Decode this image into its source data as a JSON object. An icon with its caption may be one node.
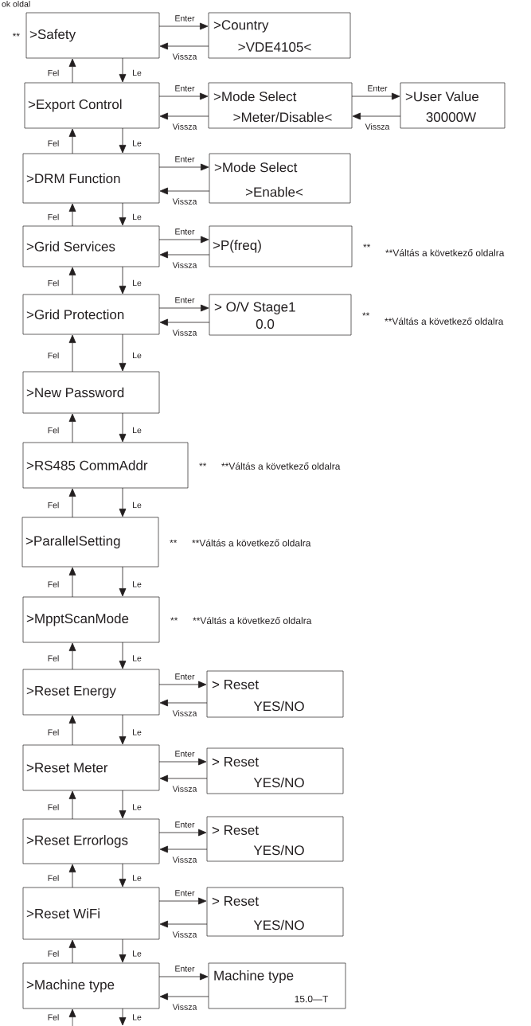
{
  "diagram": {
    "nodes": [
      {
        "text": [
          ">Safety"
        ],
        "beside": [
          "**"
        ]
      },
      {
        "text": [
          ">Country",
          ">VDE4105<"
        ]
      },
      {
        "text": [
          ">Export Control"
        ]
      },
      {
        "text": [
          ">Mode Select",
          ">Meter/Disable<"
        ]
      },
      {
        "text": [
          ">User Value",
          "30000W"
        ]
      },
      {
        "text": [
          ">DRM Function"
        ]
      },
      {
        "text": [
          ">Mode Select",
          ">Enable<"
        ]
      },
      {
        "text": [
          ">Grid Services"
        ]
      },
      {
        "text": [
          ">P(freq)"
        ],
        "beside": [
          "**",
          "**Váltás a következő oldalra"
        ]
      },
      {
        "text": [
          ">Grid Protection"
        ]
      },
      {
        "text": [
          "> O/V Stage1",
          "0.0"
        ],
        "beside": [
          "**",
          "**Váltás a következő oldalra"
        ]
      },
      {
        "text": [
          ">New Password"
        ]
      },
      {
        "text": [
          ">RS485 CommAddr"
        ],
        "beside": [
          "**",
          "**Váltás a következő oldalra"
        ]
      },
      {
        "text": [
          ">ParallelSetting"
        ],
        "beside": [
          "**",
          "**Váltás a következő oldalra"
        ]
      },
      {
        "text": [
          ">MpptScanMode"
        ],
        "beside": [
          "**",
          "**Váltás a következő oldalra"
        ]
      },
      {
        "text": [
          ">Reset Energy"
        ]
      },
      {
        "text": [
          "> Reset",
          "YES/NO"
        ]
      },
      {
        "text": [
          ">Reset Meter"
        ]
      },
      {
        "text": [
          "> Reset",
          "YES/NO"
        ]
      },
      {
        "text": [
          ">Reset Errorlogs"
        ]
      },
      {
        "text": [
          "> Reset",
          "YES/NO"
        ]
      },
      {
        "text": [
          ">Reset WiFi"
        ]
      },
      {
        "text": [
          "> Reset",
          "YES/NO"
        ]
      },
      {
        "text": [
          ">Machine type"
        ]
      },
      {
        "text": [
          "Machine type",
          "15.0—T"
        ]
      }
    ],
    "edges": [
      {
        "from": 0,
        "to": 1,
        "arrow": "to",
        "label": "Enter"
      },
      {
        "from": 1,
        "to": 0,
        "arrow": "to",
        "label": "Vissza"
      },
      {
        "from": 2,
        "to": 0,
        "arrow": "to",
        "label": "Fel"
      },
      {
        "from": 0,
        "to": 2,
        "arrow": "to",
        "label": "Le"
      },
      {
        "from": 2,
        "to": 3,
        "arrow": "to",
        "label": "Enter"
      },
      {
        "from": 3,
        "to": 2,
        "arrow": "to",
        "label": "Vissza"
      },
      {
        "from": 3,
        "to": 4,
        "arrow": "to",
        "label": "Enter"
      },
      {
        "from": 4,
        "to": 3,
        "arrow": "to",
        "label": "Vissza"
      },
      {
        "from": 5,
        "to": 2,
        "arrow": "to",
        "label": "Fel"
      },
      {
        "from": 2,
        "to": 5,
        "arrow": "to",
        "label": "Le"
      },
      {
        "from": 5,
        "to": 6,
        "arrow": "to",
        "label": "Enter"
      },
      {
        "from": 6,
        "to": 5,
        "arrow": "to",
        "label": "Vissza"
      },
      {
        "from": 7,
        "to": 5,
        "arrow": "to",
        "label": "Fel"
      },
      {
        "from": 5,
        "to": 7,
        "arrow": "to",
        "label": "Le"
      },
      {
        "from": 7,
        "to": 8,
        "arrow": "to",
        "label": "Enter"
      },
      {
        "from": 8,
        "to": 7,
        "arrow": "to",
        "label": "Vissza"
      },
      {
        "from": 9,
        "to": 7,
        "arrow": "to",
        "label": "Fel"
      },
      {
        "from": 7,
        "to": 9,
        "arrow": "to",
        "label": "Le"
      },
      {
        "from": 9,
        "to": 10,
        "arrow": "to",
        "label": "Enter"
      },
      {
        "from": 10,
        "to": 9,
        "arrow": "to",
        "label": "Vissza"
      },
      {
        "from": 11,
        "to": 9,
        "arrow": "to",
        "label": "Fel"
      },
      {
        "from": 9,
        "to": 11,
        "arrow": "to",
        "label": "Le"
      },
      {
        "from": 12,
        "to": 11,
        "arrow": "to",
        "label": "Fel"
      },
      {
        "from": 11,
        "to": 12,
        "arrow": "to",
        "label": "Le"
      },
      {
        "from": 13,
        "to": 12,
        "arrow": "to",
        "label": "Fel"
      },
      {
        "from": 12,
        "to": 13,
        "arrow": "to",
        "label": "Le"
      },
      {
        "from": 14,
        "to": 13,
        "arrow": "to",
        "label": "Fel"
      },
      {
        "from": 13,
        "to": 14,
        "arrow": "to",
        "label": "Le"
      },
      {
        "from": 15,
        "to": 14,
        "arrow": "to",
        "label": "Fel"
      },
      {
        "from": 14,
        "to": 15,
        "arrow": "to",
        "label": "Le"
      },
      {
        "from": 15,
        "to": 16,
        "arrow": "to",
        "label": "Enter"
      },
      {
        "from": 16,
        "to": 15,
        "arrow": "to",
        "label": "Vissza"
      },
      {
        "from": 17,
        "to": 15,
        "arrow": "to",
        "label": "Fel"
      },
      {
        "from": 15,
        "to": 17,
        "arrow": "to",
        "label": "Le"
      },
      {
        "from": 17,
        "to": 18,
        "arrow": "to",
        "label": "Enter"
      },
      {
        "from": 18,
        "to": 17,
        "arrow": "to",
        "label": "Vissza"
      },
      {
        "from": 19,
        "to": 17,
        "arrow": "to",
        "label": "Fel"
      },
      {
        "from": 17,
        "to": 19,
        "arrow": "to",
        "label": "Le"
      },
      {
        "from": 19,
        "to": 20,
        "arrow": "to",
        "label": "Enter"
      },
      {
        "from": 20,
        "to": 19,
        "arrow": "to",
        "label": "Vissza"
      },
      {
        "from": 21,
        "to": 19,
        "arrow": "to",
        "label": "Fel"
      },
      {
        "from": 19,
        "to": 21,
        "arrow": "to",
        "label": "Le"
      },
      {
        "from": 21,
        "to": 22,
        "arrow": "to",
        "label": "Enter"
      },
      {
        "from": 22,
        "to": 21,
        "arrow": "to",
        "label": "Vissza"
      },
      {
        "from": 23,
        "to": 21,
        "arrow": "to",
        "label": "Fel"
      },
      {
        "from": 21,
        "to": 23,
        "arrow": "to",
        "label": "Le"
      },
      {
        "from": 23,
        "to": 24,
        "arrow": "to",
        "label": "Enter"
      },
      {
        "from": 24,
        "to": 23,
        "arrow": "to",
        "label": "Vissza"
      },
      {
        "from": null,
        "to": 23,
        "arrow": "to",
        "label": "Fel"
      },
      {
        "from": 23,
        "to": null,
        "arrow": "to",
        "label": "Le"
      }
    ],
    "labels": [
      "ok oldal"
    ]
  }
}
